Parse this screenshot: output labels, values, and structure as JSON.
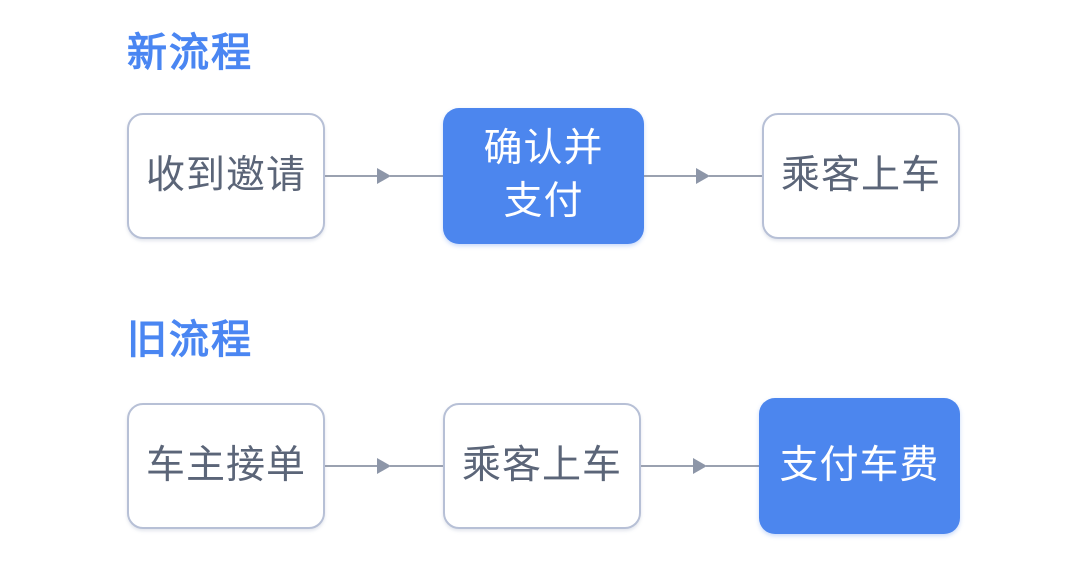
{
  "colors": {
    "title_blue": "#4a86f2",
    "accent_blue": "#4c86ee",
    "box_border": "#b7c0d6",
    "box_text": "#5b6578",
    "arrow_line": "#9aa1b0",
    "arrow_head": "#8d96a8",
    "background": "#ffffff"
  },
  "flows": [
    {
      "title": "新流程",
      "steps": [
        {
          "label": "收到邀请",
          "variant": "plain"
        },
        {
          "label": "确认并\n支付",
          "variant": "highlight"
        },
        {
          "label": "乘客上车",
          "variant": "plain"
        }
      ]
    },
    {
      "title": "旧流程",
      "steps": [
        {
          "label": "车主接单",
          "variant": "plain"
        },
        {
          "label": "乘客上车",
          "variant": "plain"
        },
        {
          "label": "支付车费",
          "variant": "highlight"
        }
      ]
    }
  ]
}
